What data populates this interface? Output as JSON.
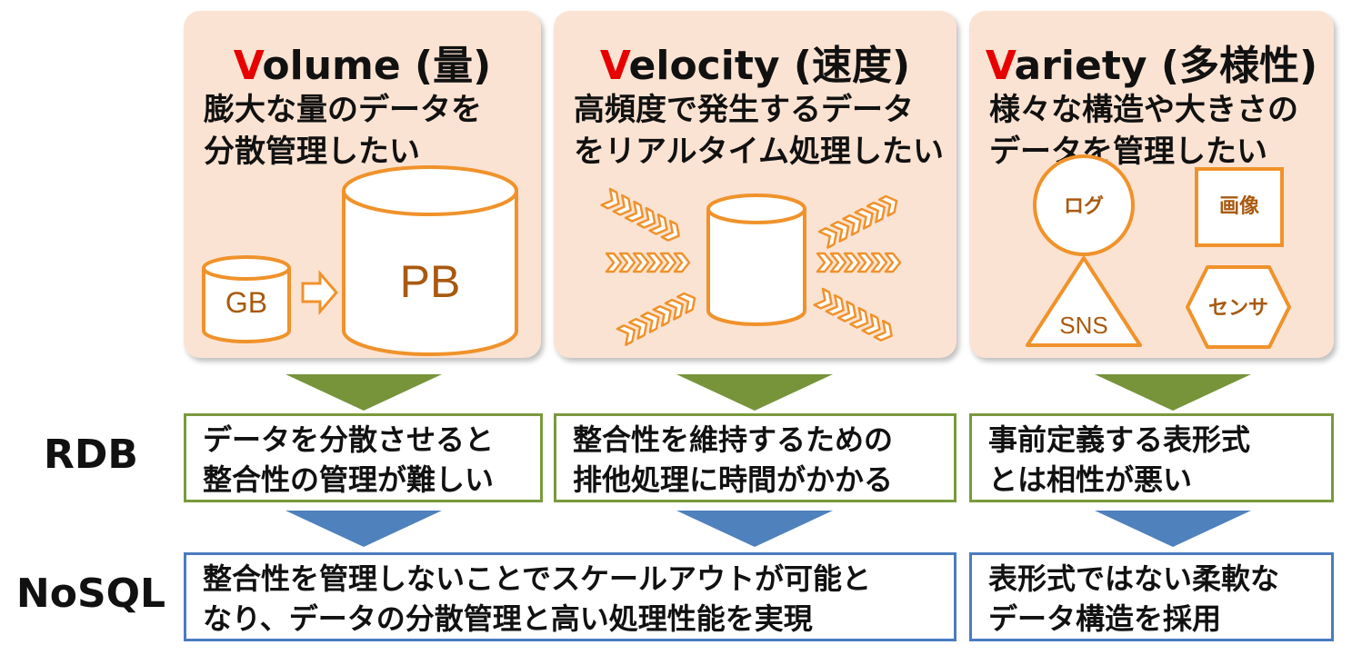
{
  "panels": [
    {
      "title_v": "V",
      "title_rest": "olume (量)",
      "desc": [
        "膨大な量のデータを",
        "分散管理したい"
      ],
      "labels": {
        "small": "GB",
        "large": "PB"
      }
    },
    {
      "title_v": "V",
      "title_rest": "elocity (速度)",
      "desc": [
        "高頻度で発生するデータ",
        "をリアルタイム処理したい"
      ]
    },
    {
      "title_v": "V",
      "title_rest": "ariety (多様性)",
      "desc": [
        "様々な構造や大きさの",
        "データを管理したい"
      ],
      "shapes": {
        "log": "ログ",
        "image": "画像",
        "sns": "SNS",
        "sensor": "センサ"
      }
    }
  ],
  "rows": {
    "rdb_label": "RDB",
    "nosql_label": "NoSQL"
  },
  "rdb_boxes": [
    [
      "データを分散させると",
      "整合性の管理が難しい"
    ],
    [
      "整合性を維持するための",
      "排他処理に時間がかかる"
    ],
    [
      "事前定義する表形式",
      "とは相性が悪い"
    ]
  ],
  "nosql_boxes": [
    [
      "整合性を管理しないことでスケールアウトが可能と",
      "なり、データの分散管理と高い処理性能を実現"
    ],
    [
      "表形式ではない柔軟な",
      "データ構造を採用"
    ]
  ],
  "colors": {
    "panel_bg": "#fbe3d3",
    "accent_red": "#e60000",
    "orange_line": "#f0922b",
    "orange_text": "#a85a10",
    "green_arrow": "#77943a",
    "blue_arrow": "#4f81bd"
  }
}
